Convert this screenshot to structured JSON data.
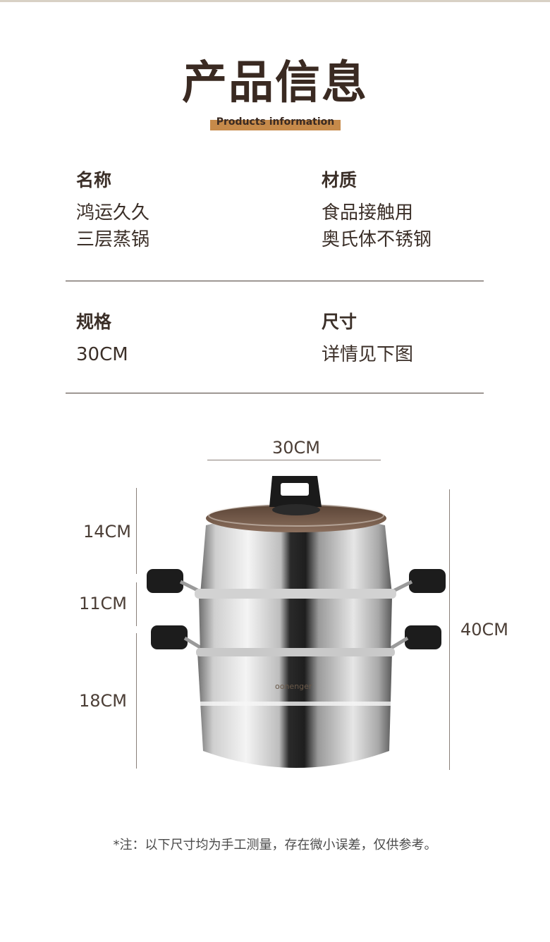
{
  "header": {
    "title": "产品信息",
    "subtitle": "Products information"
  },
  "specs": [
    {
      "label": "名称",
      "lines": [
        "鸿运久久",
        "三层蒸锅"
      ]
    },
    {
      "label": "材质",
      "lines": [
        "食品接触用",
        "奥氏体不锈钢"
      ]
    },
    {
      "label": "规格",
      "lines": [
        "30CM"
      ]
    },
    {
      "label": "尺寸",
      "lines": [
        "详情见下图"
      ]
    }
  ],
  "dimensions": {
    "width": "30CM",
    "lid_height": "14CM",
    "middle_tier_height": "11CM",
    "bottom_pot_height": "18CM",
    "total_height": "40CM"
  },
  "product_image": {
    "brand_mark": "oonenger",
    "description_icon": "three-tier-steamer-pot"
  },
  "note": "*注：以下尺寸均为手工测量，存在微小误差，仅供参考。",
  "colors": {
    "accent": "#c68a4a",
    "title": "#3a2a22",
    "text": "#3b2f28"
  }
}
